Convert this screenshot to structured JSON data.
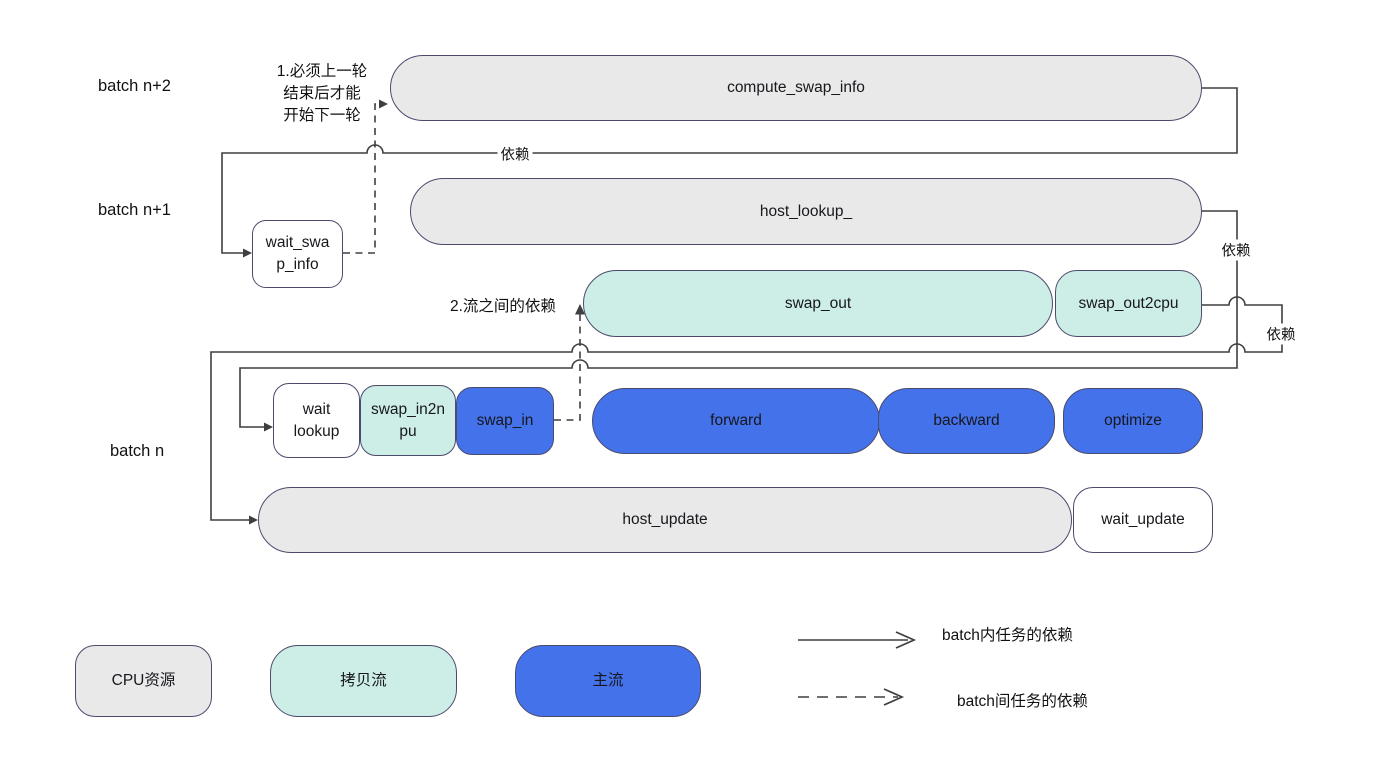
{
  "colors": {
    "cpu-fill": "#e9e9ea",
    "copy-fill": "#cdeee6",
    "main-fill": "#4472ea",
    "node-border": "#4b4b6d",
    "line": "#3f3f3f",
    "text": "#17171c"
  },
  "rows": {
    "batch_n2": "batch n+2",
    "batch_n1": "batch n+1",
    "batch_n": "batch n"
  },
  "nodes": {
    "compute_swap_info": "compute_swap_info",
    "host_lookup": "host_lookup_",
    "wait_swap_info_line1": "wait_swa",
    "wait_swap_info_line2": "p_info",
    "swap_out": "swap_out",
    "swap_out2cpu": "swap_out2cpu",
    "wait_lookup_line1": "wait",
    "wait_lookup_line2": "lookup",
    "swap_in2npu_line1": "swap_in2n",
    "swap_in2npu_line2": "pu",
    "swap_in": "swap_in",
    "forward": "forward",
    "backward": "backward",
    "optimize": "optimize",
    "host_update": "host_update",
    "wait_update": "wait_update"
  },
  "annotations": {
    "note1_line1": "1.必须上一轮",
    "note1_line2": "结束后才能",
    "note1_line3": "开始下一轮",
    "note2": "2.流之间的依赖",
    "dep_top": "依赖",
    "dep_right_upper": "依赖",
    "dep_right_lower": "依赖"
  },
  "legend": {
    "cpu": "CPU资源",
    "copy_stream": "拷贝流",
    "main_stream": "主流",
    "solid_arrow": "batch内任务的依赖",
    "dashed_arrow": "batch间任务的依赖"
  }
}
